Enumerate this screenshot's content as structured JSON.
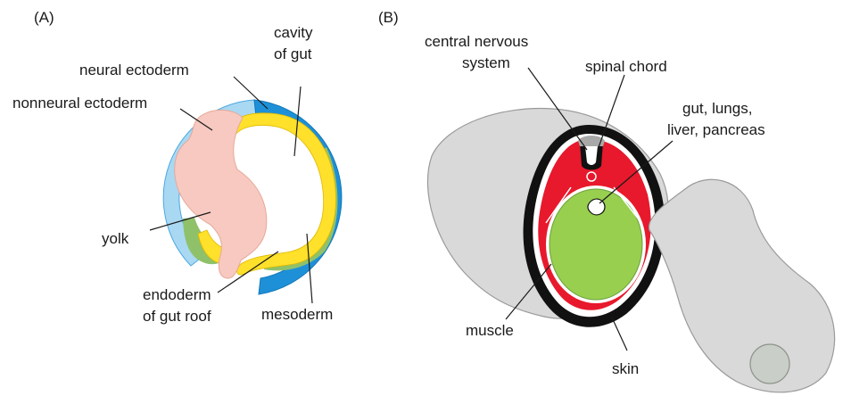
{
  "panel_a": {
    "label": "(A)",
    "labels": {
      "neural_ectoderm": "neural ectoderm",
      "nonneural_ectoderm": "nonneural ectoderm",
      "cavity_1": "cavity",
      "cavity_2": "of gut",
      "yolk": "yolk",
      "endoderm_1": "endoderm",
      "endoderm_2": "of gut roof",
      "mesoderm": "mesoderm"
    }
  },
  "panel_b": {
    "label": "(B)",
    "labels": {
      "cns_1": "central nervous",
      "cns_2": "system",
      "spinal_chord": "spinal chord",
      "gut_1": "gut, lungs,",
      "gut_2": "liver, pancreas",
      "muscle": "muscle",
      "skin": "skin"
    }
  },
  "colors": {
    "neural_ectoderm": "#1e90d8",
    "nonneural_ectoderm": "#a9d8f2",
    "endoderm": "#ffe02a",
    "mesoderm": "#8fc16a",
    "yolk": "#f7c9c0",
    "muscle": "#e8192c",
    "skin": "#111111",
    "gut": "#98cf4f",
    "body": "#d9d9d9"
  }
}
